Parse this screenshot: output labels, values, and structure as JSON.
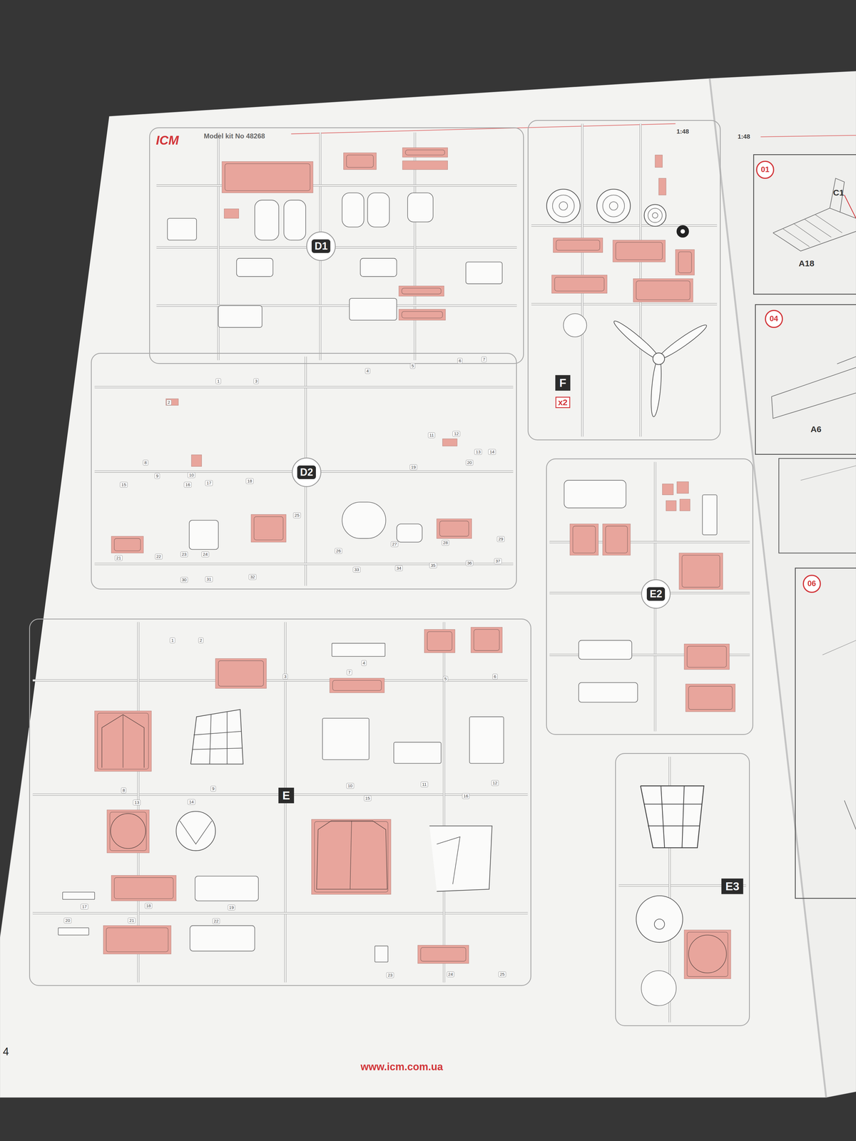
{
  "diagram": {
    "nodes": [
      {
        "text": [
          "D1"
        ]
      },
      {
        "text": [
          "F",
          "x2"
        ]
      },
      {
        "text": [
          "D2"
        ]
      },
      {
        "text": [
          "E2"
        ]
      },
      {
        "text": [
          "E"
        ]
      },
      {
        "text": [
          "E3"
        ]
      },
      {
        "text": [
          "01"
        ]
      },
      {
        "text": [
          "04"
        ]
      },
      {
        "text": [
          "06"
        ]
      }
    ],
    "labels": [
      "ICM",
      "Model kit No 48268",
      "1:48",
      "1:48",
      "C1",
      "A18",
      "A6",
      "1",
      "2",
      "3",
      "4",
      "5",
      "6",
      "7",
      "8",
      "9",
      "10",
      "11",
      "12",
      "13",
      "14",
      "15",
      "16",
      "17",
      "18",
      "19",
      "20",
      "21",
      "22",
      "23",
      "24",
      "25",
      "26",
      "27",
      "28",
      "29",
      "30",
      "31",
      "32",
      "33",
      "34",
      "35",
      "36",
      "37",
      "1",
      "2",
      "3",
      "4",
      "5",
      "6",
      "7",
      "8",
      "9",
      "10",
      "11",
      "12",
      "13",
      "14",
      "15",
      "16",
      "17",
      "18",
      "19",
      "20",
      "21",
      "22",
      "23",
      "24",
      "25",
      "4",
      "www.icm.com.ua"
    ]
  }
}
